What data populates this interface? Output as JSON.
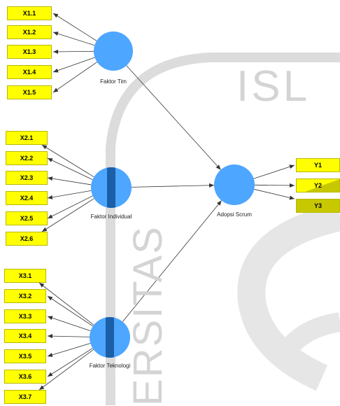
{
  "watermark": {
    "top_text": "ISL",
    "side_text": "ERSITAS",
    "color": "#d4d4d4"
  },
  "colors": {
    "indicator_fill": "#ffff00",
    "indicator_border": "#b8b800",
    "latent_fill": "#4da6ff",
    "latent_dark_band": "#1a5fa8",
    "arrow": "#333333",
    "y3_fill": "#c8c800"
  },
  "latents": {
    "faktor_tim": "Faktor Tim",
    "faktor_individual": "Faktor Individual",
    "faktor_teknologi": "Faktor Teknologi",
    "adopsi_scrum": "Adopsi Scrum"
  },
  "indicators": {
    "x1": [
      "X1.1",
      "X1.2",
      "X1.3",
      "X1.4",
      "X1.5"
    ],
    "x2": [
      "X2.1",
      "X2.2",
      "X2.3",
      "X2.4",
      "X2.5",
      "X2.6"
    ],
    "x3": [
      "X3.1",
      "X3.2",
      "X3.3",
      "X3.4",
      "X3.5",
      "X3.6",
      "X3.7"
    ],
    "y": [
      "Y1",
      "Y2",
      "Y3"
    ]
  }
}
